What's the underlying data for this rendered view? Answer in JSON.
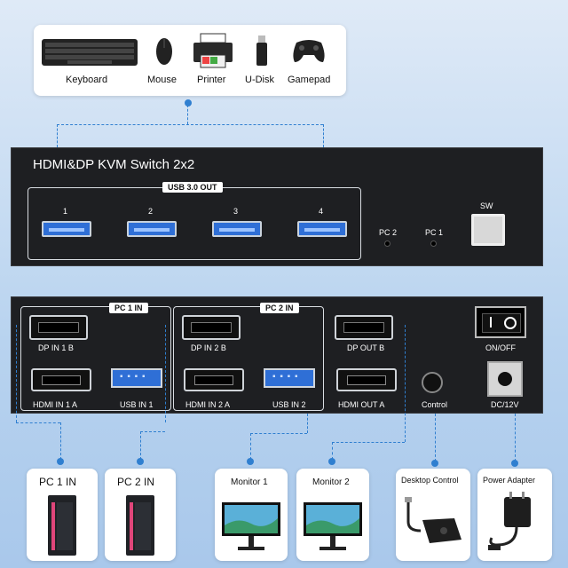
{
  "peripherals": {
    "items": [
      {
        "label": "Keyboard",
        "icon": "keyboard-icon"
      },
      {
        "label": "Mouse",
        "icon": "mouse-icon"
      },
      {
        "label": "Printer",
        "icon": "printer-icon"
      },
      {
        "label": "U-Disk",
        "icon": "usb-drive-icon"
      },
      {
        "label": "Gamepad",
        "icon": "gamepad-icon"
      }
    ]
  },
  "front_panel": {
    "title": "HDMI&DP KVM Switch 2x2",
    "usb_group_label": "USB 3.0 OUT",
    "usb_ports": [
      "1",
      "2",
      "3",
      "4"
    ],
    "pc2_label": "PC 2",
    "pc1_label": "PC 1",
    "sw_label": "SW"
  },
  "rear_panel": {
    "pc1_group": "PC 1 IN",
    "pc2_group": "PC 2 IN",
    "dp_in_1b": "DP IN 1 B",
    "dp_in_2b": "DP IN 2 B",
    "dp_out_b": "DP OUT B",
    "hdmi_in_1a": "HDMI IN 1 A",
    "usb_in_1": "USB IN 1",
    "hdmi_in_2a": "HDMI IN 2 A",
    "usb_in_2": "USB IN 2",
    "hdmi_out_a": "HDMI OUT A",
    "control": "Control",
    "on_off": "ON/OFF",
    "dc": "DC/12V"
  },
  "bottom_cards": [
    {
      "label": "PC 1 IN",
      "icon": "pc-tower-icon"
    },
    {
      "label": "PC 2 IN",
      "icon": "pc-tower-icon"
    },
    {
      "label": "Monitor 1",
      "icon": "monitor-icon"
    },
    {
      "label": "Monitor 2",
      "icon": "monitor-icon"
    },
    {
      "label": "Desktop Control",
      "icon": "desktop-control-icon"
    },
    {
      "label": "Power Adapter",
      "icon": "power-adapter-icon"
    }
  ],
  "colors": {
    "accent": "#2f7fd0",
    "usb_blue": "#2f6fd6",
    "device_body": "#1e1f22"
  }
}
